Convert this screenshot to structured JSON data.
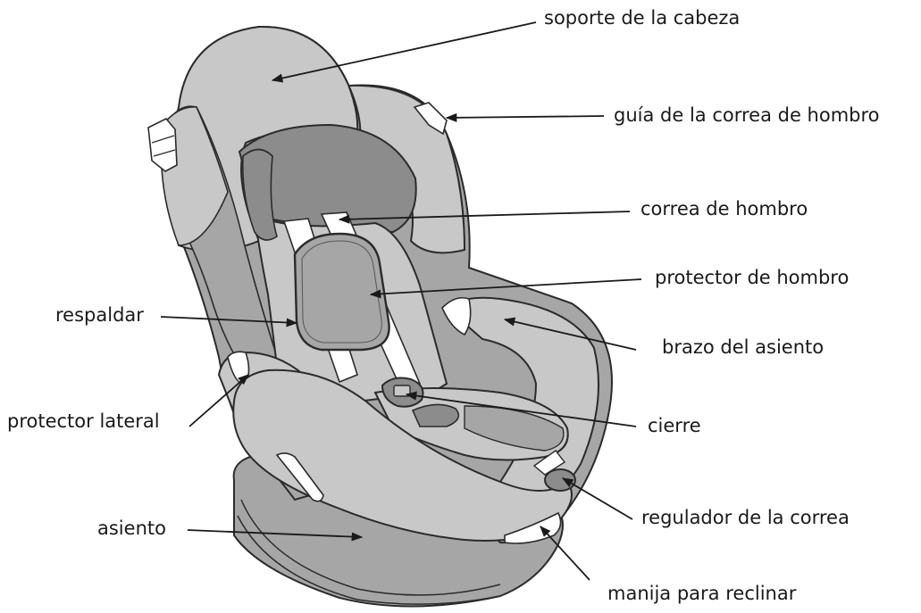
{
  "colors": {
    "outline": "#2b2b2b",
    "light": "#c8c8c8",
    "medium": "#a6a6a6",
    "dark": "#8c8c8c",
    "white": "#ffffff"
  },
  "labels": {
    "head_support": "soporte de la cabeza",
    "shoulder_strap_guide": "guía de la correa de hombro",
    "shoulder_strap": "correa de hombro",
    "shoulder_pad": "protector de hombro",
    "backrest": "respaldar",
    "seat_arm": "brazo del asiento",
    "side_protector": "protector lateral",
    "buckle": "cierre",
    "strap_adjuster": "regulador de la correa",
    "seat": "asiento",
    "recline_handle": "manija para reclinar"
  }
}
